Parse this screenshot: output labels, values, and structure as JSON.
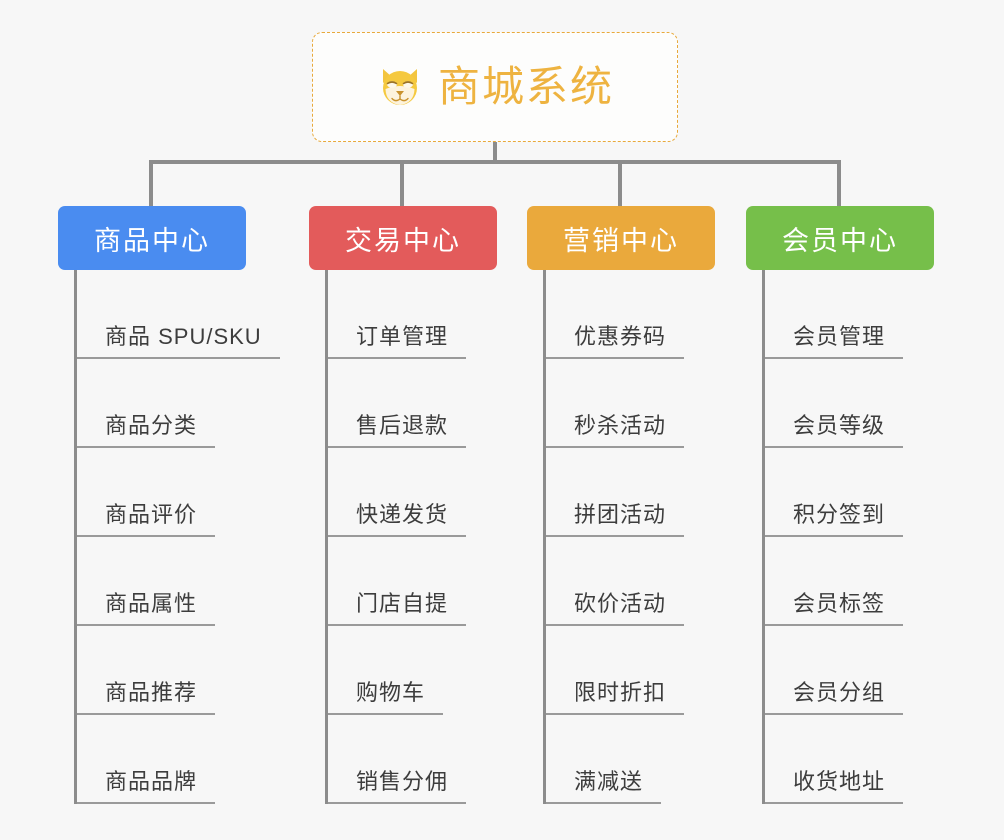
{
  "root": {
    "title": "商城系统",
    "icon": "dog-face-icon",
    "border_color": "#e8a93b",
    "text_color": "#eeb340",
    "background": "#fdfdfc"
  },
  "canvas": {
    "background": "#f7f7f7",
    "connector_color": "#8c8c8c"
  },
  "branches": [
    {
      "title": "商品中心",
      "color": "#4a8cf0",
      "items": [
        "商品 SPU/SKU",
        "商品分类",
        "商品评价",
        "商品属性",
        "商品推荐",
        "商品品牌"
      ]
    },
    {
      "title": "交易中心",
      "color": "#e35b5b",
      "items": [
        "订单管理",
        "售后退款",
        "快递发货",
        "门店自提",
        "购物车",
        "销售分佣"
      ]
    },
    {
      "title": "营销中心",
      "color": "#eaa93c",
      "items": [
        "优惠券码",
        "秒杀活动",
        "拼团活动",
        "砍价活动",
        "限时折扣",
        "满减送"
      ]
    },
    {
      "title": "会员中心",
      "color": "#76bf4a",
      "items": [
        "会员管理",
        "会员等级",
        "积分签到",
        "会员标签",
        "会员分组",
        "收货地址"
      ]
    }
  ]
}
